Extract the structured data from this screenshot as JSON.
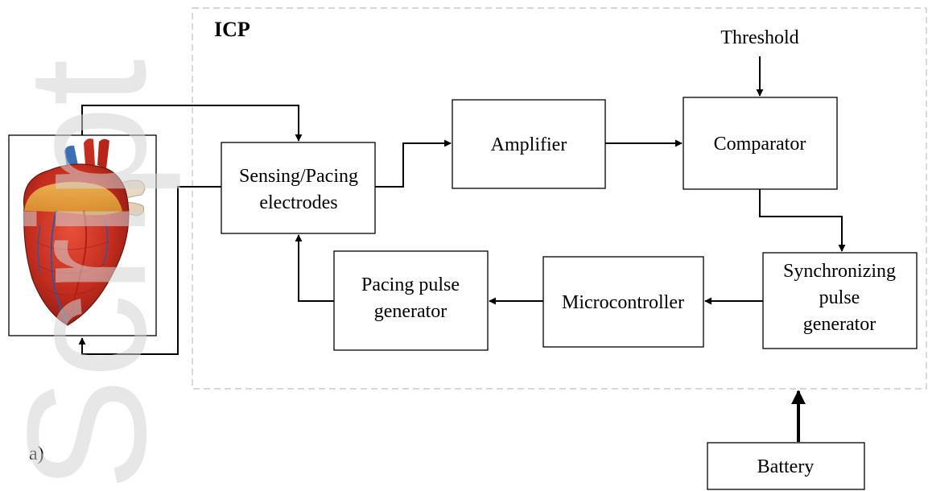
{
  "diagram": {
    "frame_label": "ICP",
    "panel_label": "a)",
    "watermark": "Script",
    "threshold": "Threshold",
    "blocks": {
      "sensing_line1": "Sensing/Pacing",
      "sensing_line2": "electrodes",
      "amplifier": "Amplifier",
      "comparator": "Comparator",
      "sync_line1": "Synchronizing",
      "sync_line2": "pulse",
      "sync_line3": "generator",
      "microcontroller": "Microcontroller",
      "pacing_line1": "Pacing pulse",
      "pacing_line2": "generator",
      "battery": "Battery"
    },
    "heart_icon": "heart-anatomy-icon"
  }
}
